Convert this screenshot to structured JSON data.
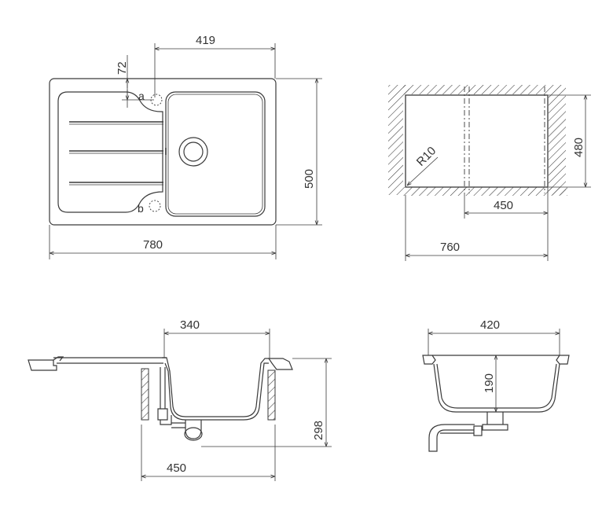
{
  "top_view": {
    "width": "780",
    "depth": "500",
    "bowl_width": "419",
    "offset": "72",
    "label_a": "a",
    "label_b": "b"
  },
  "cutout_view": {
    "height": "480",
    "bowl_width": "450",
    "total_width": "760",
    "radius": "R10"
  },
  "side_view": {
    "bowl_width": "340",
    "depth": "298",
    "base_width": "450"
  },
  "section_view": {
    "width": "420",
    "bowl_depth": "190"
  }
}
